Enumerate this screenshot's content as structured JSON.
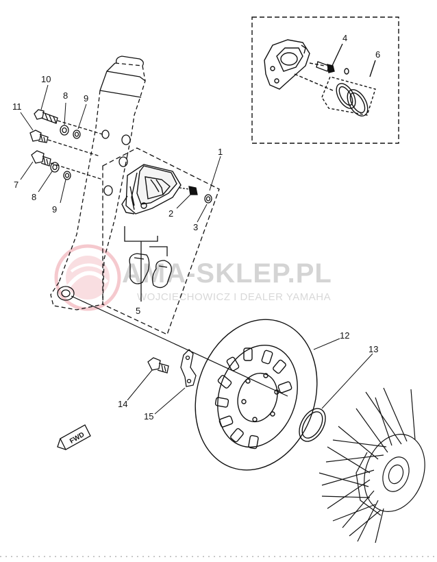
{
  "watermark": {
    "main": "AMA-SKLEP.PL",
    "sub": "WOJCIECHOWICZ I DEALER YAMAHA"
  },
  "fwd_label": "FWD",
  "callouts": [
    {
      "id": "1",
      "label": "1"
    },
    {
      "id": "2",
      "label": "2"
    },
    {
      "id": "3",
      "label": "3"
    },
    {
      "id": "4",
      "label": "4"
    },
    {
      "id": "5",
      "label": "5"
    },
    {
      "id": "6",
      "label": "6"
    },
    {
      "id": "7",
      "label": "7"
    },
    {
      "id": "8a",
      "label": "8"
    },
    {
      "id": "8b",
      "label": "8"
    },
    {
      "id": "9a",
      "label": "9"
    },
    {
      "id": "9b",
      "label": "9"
    },
    {
      "id": "10",
      "label": "10"
    },
    {
      "id": "11",
      "label": "11"
    },
    {
      "id": "12",
      "label": "12"
    },
    {
      "id": "13",
      "label": "13"
    },
    {
      "id": "14",
      "label": "14"
    },
    {
      "id": "15",
      "label": "15"
    }
  ],
  "colors": {
    "ink": "#111111",
    "watermark": "#d4d4d4",
    "logo": "#f2b8be"
  }
}
